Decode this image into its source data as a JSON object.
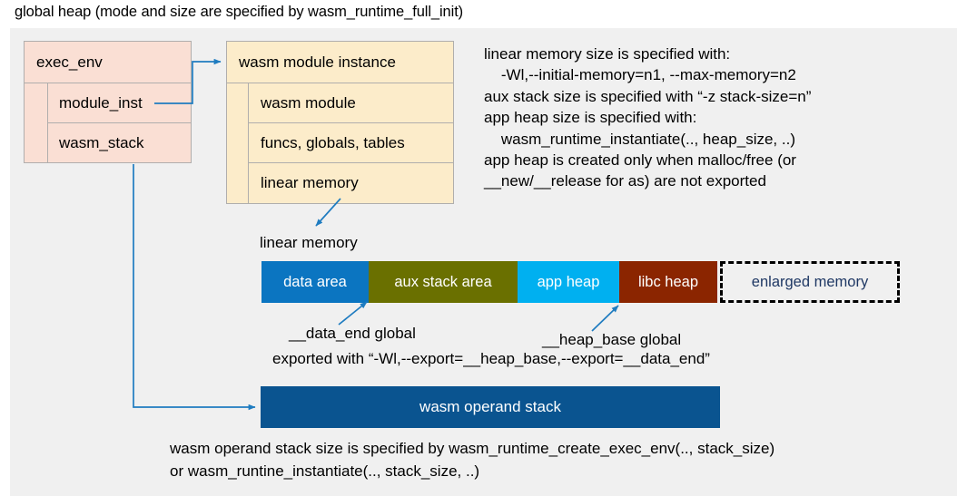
{
  "title": "global heap (mode and size are specified by wasm_runtime_full_init)",
  "colors": {
    "panel_background": "#f0f0f0",
    "exec_env_fill": "#fadfd4",
    "module_instance_fill": "#fcecca",
    "box_border": "#b0aead",
    "connector_blue": "#1f7cc0",
    "data_area": "#0b75c1",
    "aux_stack_area": "#6a7000",
    "app_heap": "#00b0f0",
    "libc_heap": "#8b2500",
    "enlarged_memory_border": "#000000",
    "enlarged_memory_text": "#1f3864",
    "operand_stack_fill": "#0a5490"
  },
  "exec_env": {
    "header": "exec_env",
    "fields": [
      {
        "label": "module_inst"
      },
      {
        "label": "wasm_stack"
      }
    ]
  },
  "module_instance": {
    "header": "wasm module instance",
    "fields": [
      {
        "label": "wasm module"
      },
      {
        "label": "funcs, globals, tables"
      },
      {
        "label": "linear memory"
      }
    ]
  },
  "notes": "linear memory size is specified with:\n    -Wl,--initial-memory=n1, --max-memory=n2\naux stack size is specified with “-z stack-size=n”\napp heap size is specified with:\n    wasm_runtime_instantiate(.., heap_size, ..)\napp heap is created only when malloc/free (or\n__new/__release for as) are not exported",
  "linear_memory": {
    "label": "linear memory",
    "segments": [
      {
        "label": "data area",
        "color": "#0b75c1",
        "width": 118,
        "style": "solid"
      },
      {
        "label": "aux stack area",
        "color": "#6a7000",
        "width": 164,
        "style": "solid"
      },
      {
        "label": "app heap",
        "color": "#00b0f0",
        "width": 112,
        "style": "solid"
      },
      {
        "label": "libc heap",
        "color": "#8b2500",
        "width": 108,
        "style": "solid"
      },
      {
        "label": "enlarged memory",
        "color": "transparent",
        "width": 198,
        "style": "dashed"
      }
    ]
  },
  "annotations": {
    "data_end": "__data_end global",
    "heap_base": "__heap_base global",
    "exported": "exported with “-Wl,--export=__heap_base,--export=__data_end”"
  },
  "operand_stack": {
    "label": "wasm operand stack"
  },
  "caption": "wasm operand stack size is specified by wasm_runtime_create_exec_env(.., stack_size)\nor wasm_runtine_instantiate(.., stack_size, ..)"
}
